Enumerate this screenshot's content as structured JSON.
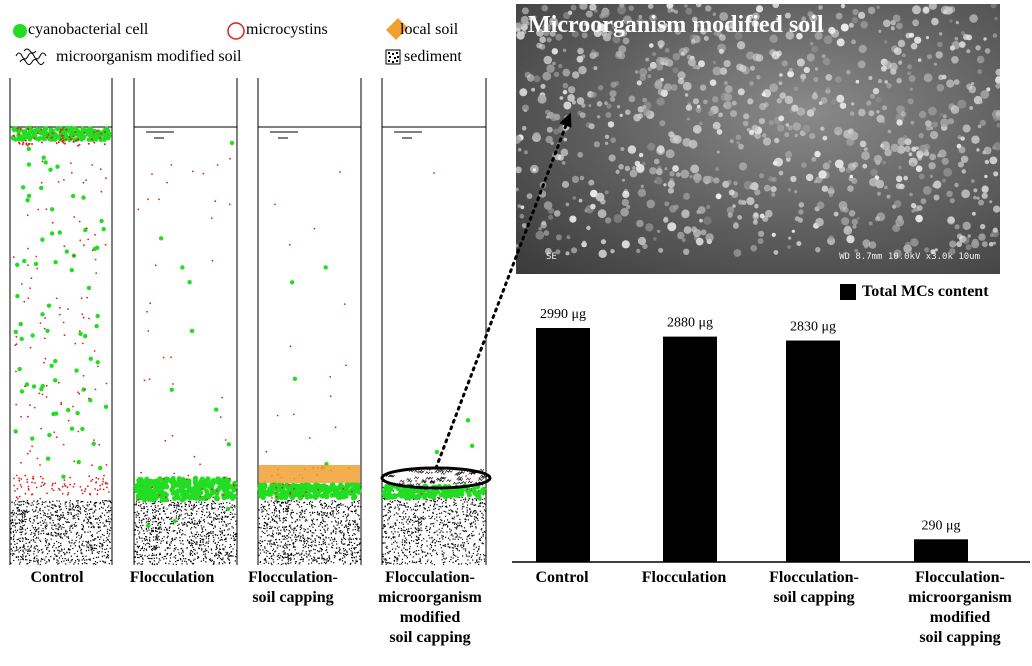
{
  "legend": {
    "items": [
      {
        "label": "cyanobacterial cell",
        "icon": "green-circle-icon",
        "color": "#22dd22"
      },
      {
        "label": "microcystins",
        "icon": "red-ring-icon",
        "color": "#e02020"
      },
      {
        "label": "local soil",
        "icon": "orange-diamond-icon",
        "color": "#f0a030"
      },
      {
        "label": "microorganism modified soil",
        "icon": "squiggle-icon",
        "color": "#000000"
      },
      {
        "label": "sediment",
        "icon": "speckled-square-icon",
        "color": "#000000"
      }
    ]
  },
  "columns": [
    {
      "label": [
        "Control"
      ]
    },
    {
      "label": [
        "Flocculation"
      ]
    },
    {
      "label": [
        "Flocculation-",
        "soil capping"
      ]
    },
    {
      "label": [
        "Flocculation-",
        "microorganism",
        "modified",
        "soil capping"
      ]
    }
  ],
  "sem": {
    "title": "Microorganism modified soil",
    "footer_left": "SE",
    "footer_right": "WD 8.7mm 10.0kV x3.0k  10um"
  },
  "chart_data": {
    "type": "bar",
    "legend": "Total MCs content",
    "legend_position": "top-right",
    "categories": [
      [
        "Control"
      ],
      [
        "Flocculation"
      ],
      [
        "Flocculation-",
        "soil capping"
      ],
      [
        "Flocculation-",
        "microorganism",
        "modified",
        "soil capping"
      ]
    ],
    "values": [
      2990,
      2880,
      2830,
      290
    ],
    "value_labels": [
      "2990 μg",
      "2880 μg",
      "2830 μg",
      "290 μg"
    ],
    "unit": "μg",
    "bar_color": "#000000",
    "grid": false
  }
}
